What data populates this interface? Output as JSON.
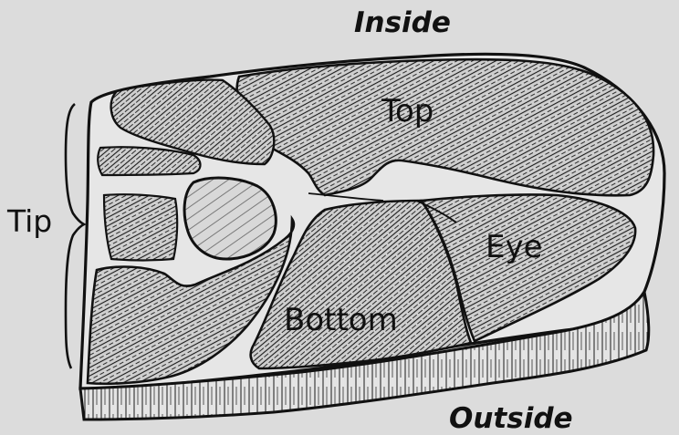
{
  "labels": {
    "inside": "Inside",
    "outside": "Outside",
    "top": "Top",
    "eye": "Eye",
    "bottom": "Bottom",
    "tip": "Tip"
  },
  "colors": {
    "background": "#dcdcdc",
    "ink": "#111111",
    "muscle_fill": "#c9c9c9",
    "fat_fill": "#e6e6e6"
  }
}
